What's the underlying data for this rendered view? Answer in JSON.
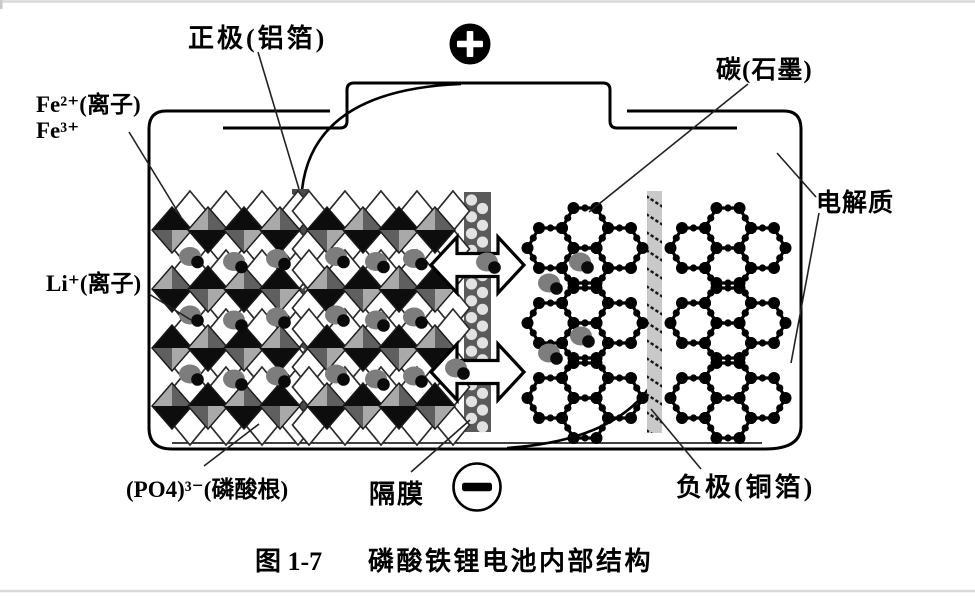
{
  "page": {
    "top_rule_color": "#d9d9d9",
    "bottom_rule_color": "#d9d9d9",
    "background": "#ffffff"
  },
  "diagram": {
    "labels": {
      "positive_electrode": "正极(铝箔)",
      "carbon": "碳(石墨)",
      "electrolyte": "电解质",
      "iron_ion_line1": "Fe²⁺(离子)",
      "iron_ion_line2": "Fe³⁺",
      "lithium_ion": "Li⁺(离子)",
      "phosphate": "(PO4)³⁻(磷酸根)",
      "separator": "隔膜",
      "negative_electrode": "负极(铜箔)"
    },
    "terminals": {
      "positive_symbol": "+",
      "negative_symbol": "−"
    },
    "colors": {
      "ink": "#000000",
      "aluminum_foil": "#4a4a4a",
      "aluminum_foil_stripe": "#ffffff",
      "separator_bar": "#5a5a5a",
      "separator_dot": "#e2e2e2",
      "copper_foil": "#c9c9c9",
      "copper_foil_stripe": "#161616",
      "ion_gray": "#7d7d7d",
      "ion_black": "#0a0a0a",
      "octahedron_dark": "#0d0d0d",
      "octahedron_mid": "#5f5f5f",
      "octahedron_light": "#a9a9a9",
      "arrow_fill": "#ffffff"
    }
  },
  "caption": {
    "figure_label": "图 1-7",
    "title": "磷酸铁锂电池内部结构"
  }
}
